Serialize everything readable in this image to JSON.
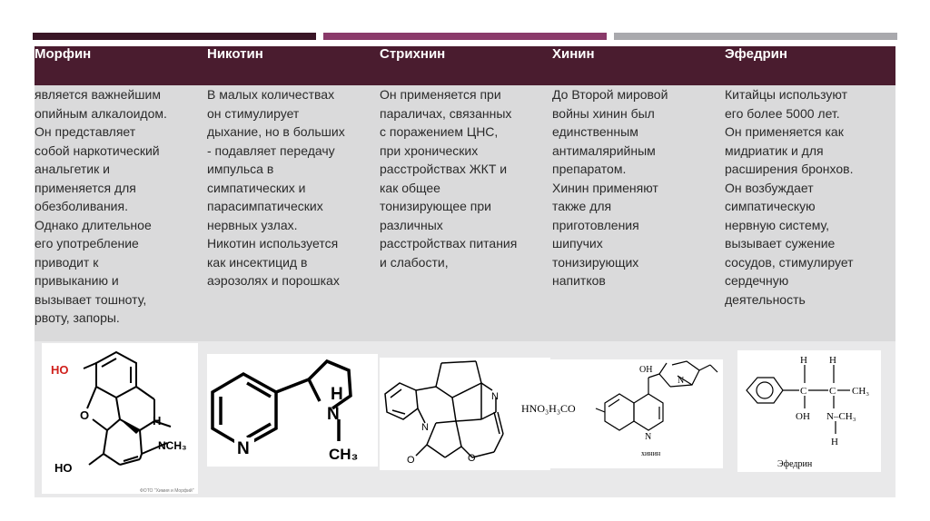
{
  "columns": [
    {
      "name": "Морфин",
      "text": "является важнейшим\nопийным алкалоидом.\nОн представляет\nсобой наркотический\nанальгетик и\nприменяется для\nобезболивания.\nОднако длительное\nего употребление\nприводит к\nпривыканию и\nвызывает тошноту,\nрвоту, запоры.",
      "structure": {
        "oh_top": "HO",
        "o": "O",
        "h": "H",
        "nch3": "NCH₃",
        "oh_bottom": "HO",
        "caption": "ФОТО \"Химия и Морфий\""
      }
    },
    {
      "name": "Никотин",
      "text": "В малых количествах\nон стимулирует\nдыхание, но в больших\n- подавляет передачу\nимпульса в\nсимпатических и\nпарасимпатических\nнервных узлах.\nНикотин используется\nкак инсектицид в\nаэрозолях и порошках",
      "structure": {
        "n_ring": "N",
        "h": "H",
        "n": "N",
        "ch3": "CH₃"
      }
    },
    {
      "name": "Стрихнин",
      "text": "Он применяется при\nпараличах, связанных\nс поражением ЦНС,\nпри хронических\nрасстройствах ЖКТ и\nкак общее\nтонизирующее при\nразличных\nрасстройствах питания\nи слабости,",
      "structure": {
        "n1": "N",
        "n2": "N",
        "o1": "O",
        "o2": "O"
      }
    },
    {
      "name": "Хинин",
      "text": "До Второй мировой\nвойны хинин был\nединственным\nантималярийным\nпрепаратом.\nХинин применяют\nтакже для\nприготовления\nшипучих\nтонизирующих\nнапитков",
      "structure": {
        "prefix": "HNO₃H₃CO",
        "oh": "OH",
        "n1": "N",
        "n2": "N",
        "caption": "хинин"
      }
    },
    {
      "name": "Эфедрин",
      "text": "Китайцы используют\nего более 5000 лет.\n Он применяется как\nмидриатик и для\nрасширения бронхов.\nОн возбуждает\nсимпатическую\nнервную систему,\nвызывает сужение\nсосудов, стимулирует\nсердечную\nдеятельность",
      "structure": {
        "h1": "H",
        "h2": "H",
        "c1": "C",
        "c2": "C",
        "ch3": "CH₃",
        "oh": "OH",
        "nch3": "N–CH₃",
        "h3": "H",
        "caption": "Эфедрин"
      }
    }
  ],
  "colors": {
    "header_bg": "#4a1c2f",
    "cell_bg": "#dadadb",
    "bar1": "#3a1626",
    "bar2": "#8a3a6a",
    "bar3": "#a9a9ad",
    "accent_red": "#d0201c"
  }
}
